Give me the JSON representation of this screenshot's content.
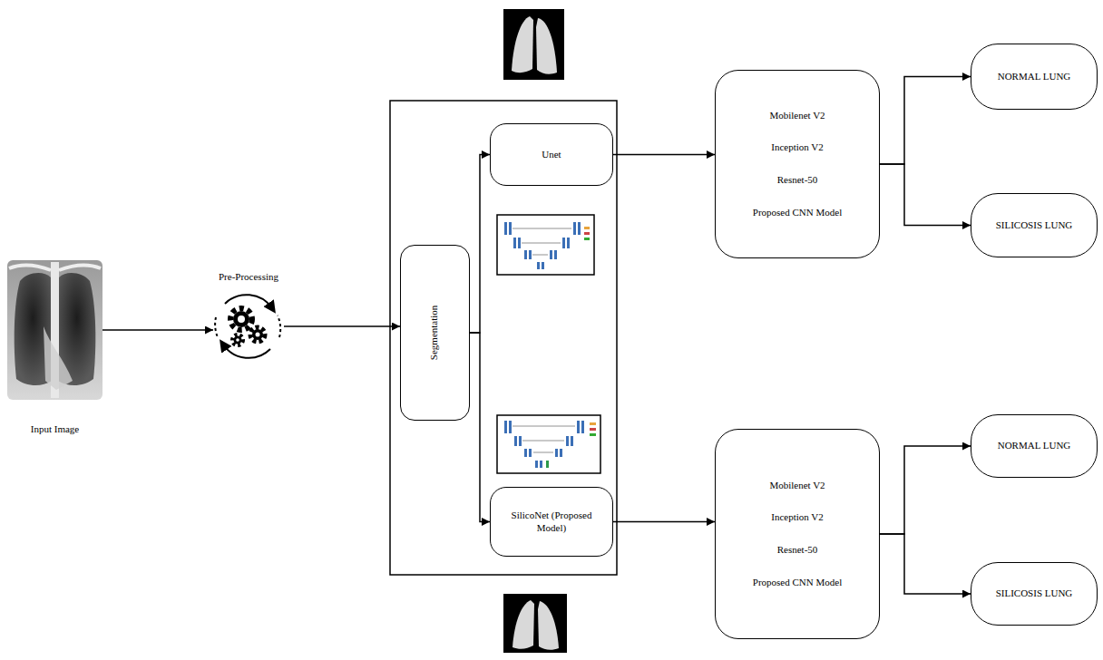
{
  "diagram": {
    "nodes": [
      {
        "text": [
          "Input Image"
        ]
      },
      {
        "text": [
          "Pre-Processing"
        ]
      },
      {
        "text": [
          "Segmentation"
        ]
      },
      {
        "text": [
          "Unet"
        ]
      },
      {
        "text": [
          "SilicoNet (Proposed Model)"
        ]
      },
      {
        "text": [
          "Mobilenet V2",
          "Inception V2",
          "Resnet-50",
          "Proposed CNN Model"
        ]
      },
      {
        "text": [
          "Mobilenet V2",
          "Inception V2",
          "Resnet-50",
          "Proposed CNN Model"
        ]
      },
      {
        "text": [
          "NORMAL LUNG"
        ]
      },
      {
        "text": [
          "SILICOSIS LUNG"
        ]
      },
      {
        "text": [
          "NORMAL LUNG"
        ]
      },
      {
        "text": [
          "SILICOSIS LUNG"
        ]
      }
    ],
    "edges": [
      {
        "from": 0,
        "to": 1,
        "arrow": "to"
      },
      {
        "from": 1,
        "to": 2,
        "arrow": "to"
      },
      {
        "from": 2,
        "to": 3,
        "arrow": "to"
      },
      {
        "from": 2,
        "to": 4,
        "arrow": "to"
      },
      {
        "from": 3,
        "to": 5,
        "arrow": "to"
      },
      {
        "from": 4,
        "to": 6,
        "arrow": "to"
      },
      {
        "from": 5,
        "to": 7,
        "arrow": "to"
      },
      {
        "from": 5,
        "to": 8,
        "arrow": "to"
      },
      {
        "from": 6,
        "to": 9,
        "arrow": "to"
      },
      {
        "from": 6,
        "to": 10,
        "arrow": "to"
      }
    ]
  }
}
